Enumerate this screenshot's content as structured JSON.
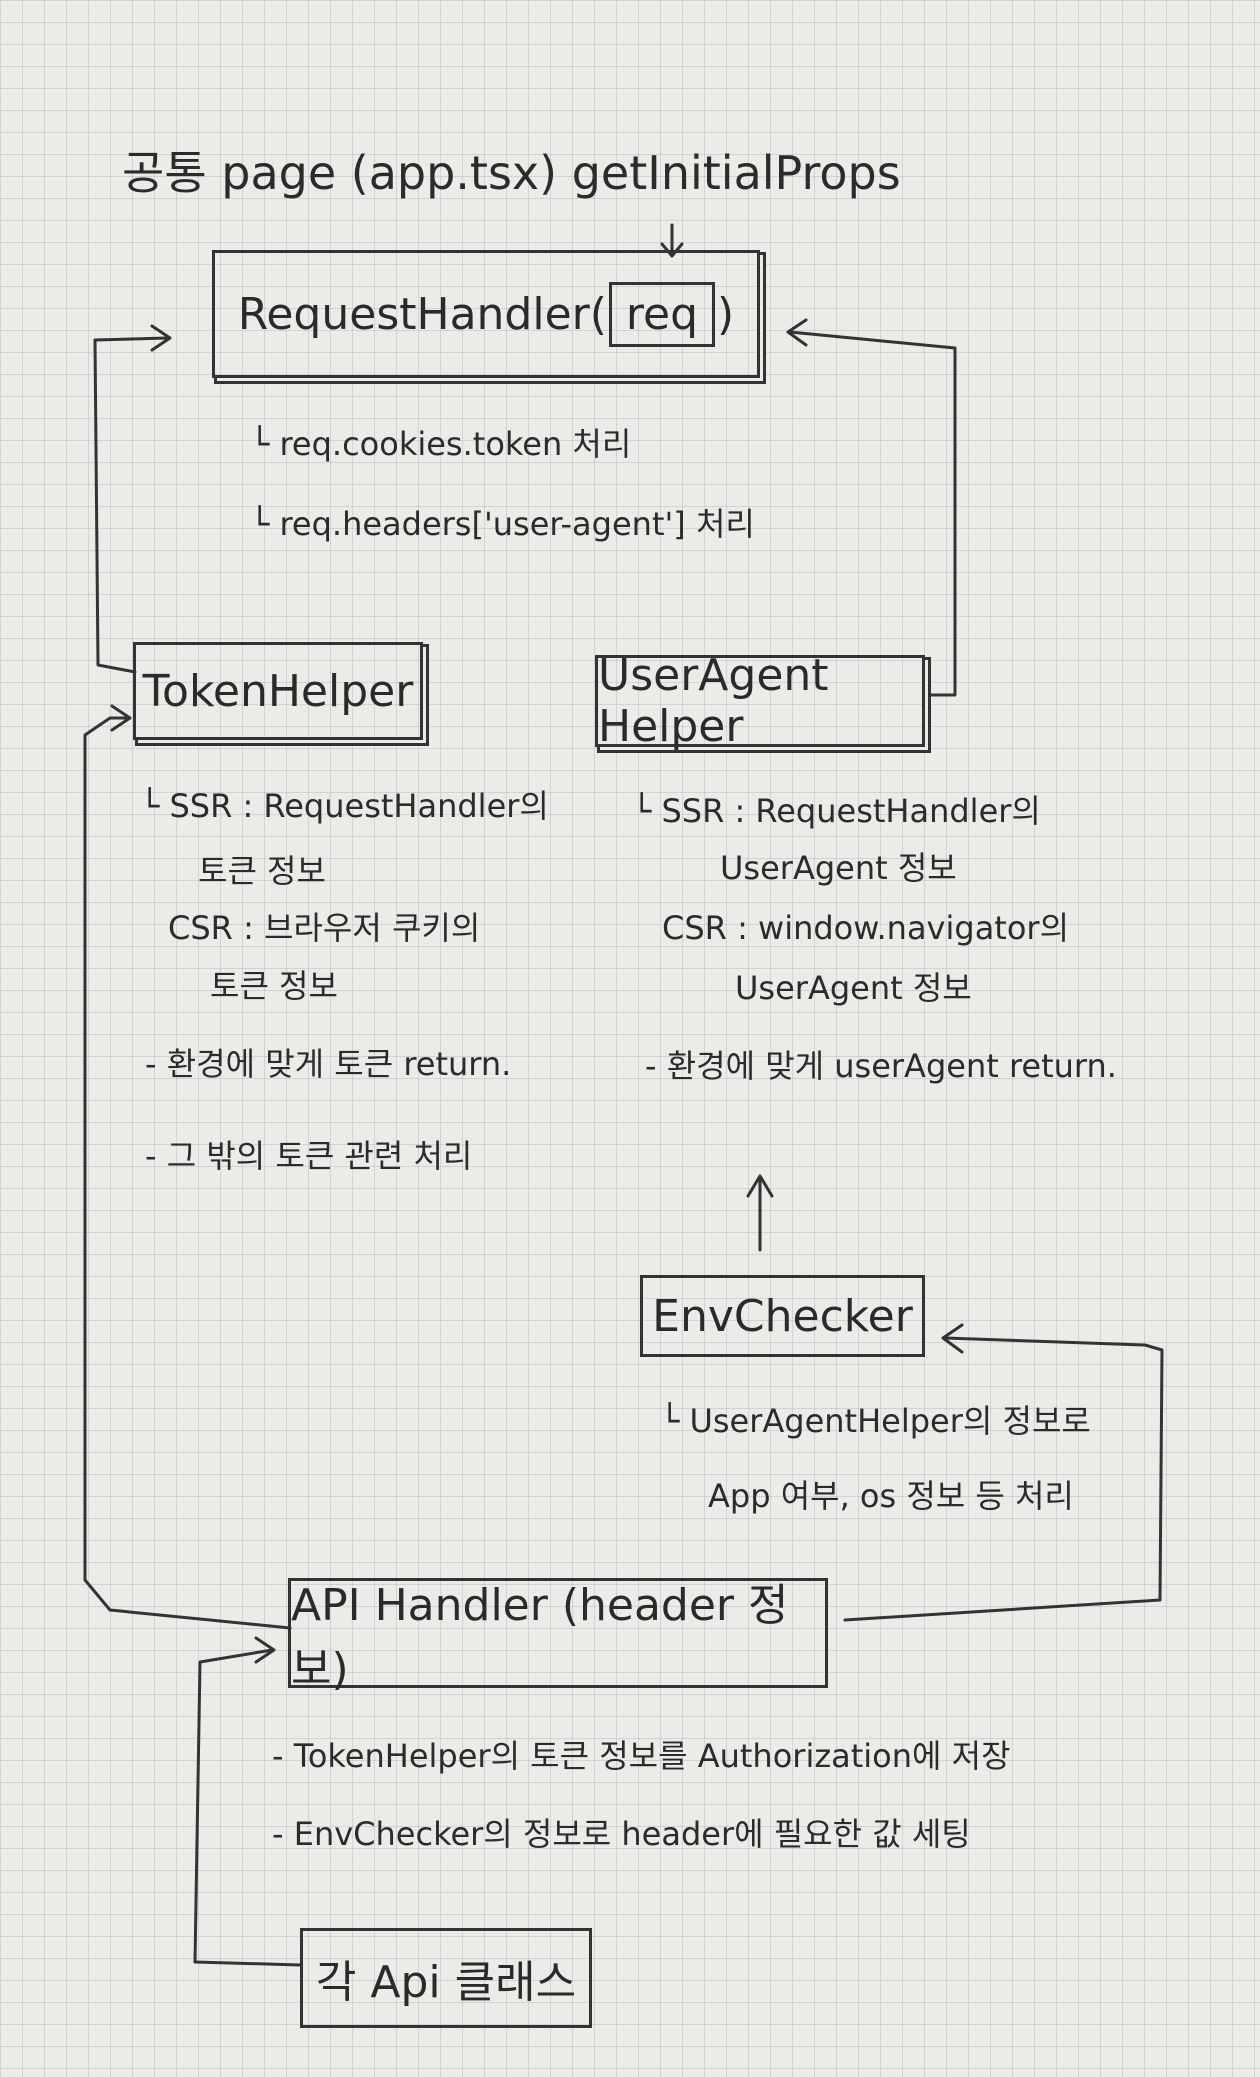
{
  "header": {
    "title": "공통 page (app.tsx) getInitialProps"
  },
  "request_handler": {
    "label_prefix": "RequestHandler(",
    "label_arg": "req",
    "label_suffix": ")",
    "notes": [
      "└ req.cookies.token 처리",
      "└ req.headers['user-agent'] 처리"
    ]
  },
  "token_helper": {
    "label": "TokenHelper",
    "notes": [
      "└ SSR : RequestHandler의",
      "토큰 정보",
      "CSR : 브라우저 쿠키의",
      "토큰 정보",
      "- 환경에 맞게 토큰 return.",
      "- 그 밖의 토큰 관련 처리"
    ]
  },
  "user_agent_helper": {
    "label": "UserAgent Helper",
    "notes": [
      "└ SSR : RequestHandler의",
      "UserAgent 정보",
      "CSR : window.navigator의",
      "UserAgent 정보",
      "- 환경에 맞게 userAgent return."
    ]
  },
  "env_checker": {
    "label": "EnvChecker",
    "notes": [
      "└ UserAgentHelper의 정보로",
      "App 여부, os 정보 등 처리"
    ]
  },
  "api_handler": {
    "label": "API Handler (header 정보)",
    "notes": [
      "- TokenHelper의 토큰 정보를 Authorization에 저장",
      "- EnvChecker의 정보로 header에 필요한 값 세팅"
    ]
  },
  "api_classes": {
    "label": "각 Api 클래스"
  },
  "colors": {
    "ink": "#2b2b2b",
    "paper": "#ecebe7"
  }
}
